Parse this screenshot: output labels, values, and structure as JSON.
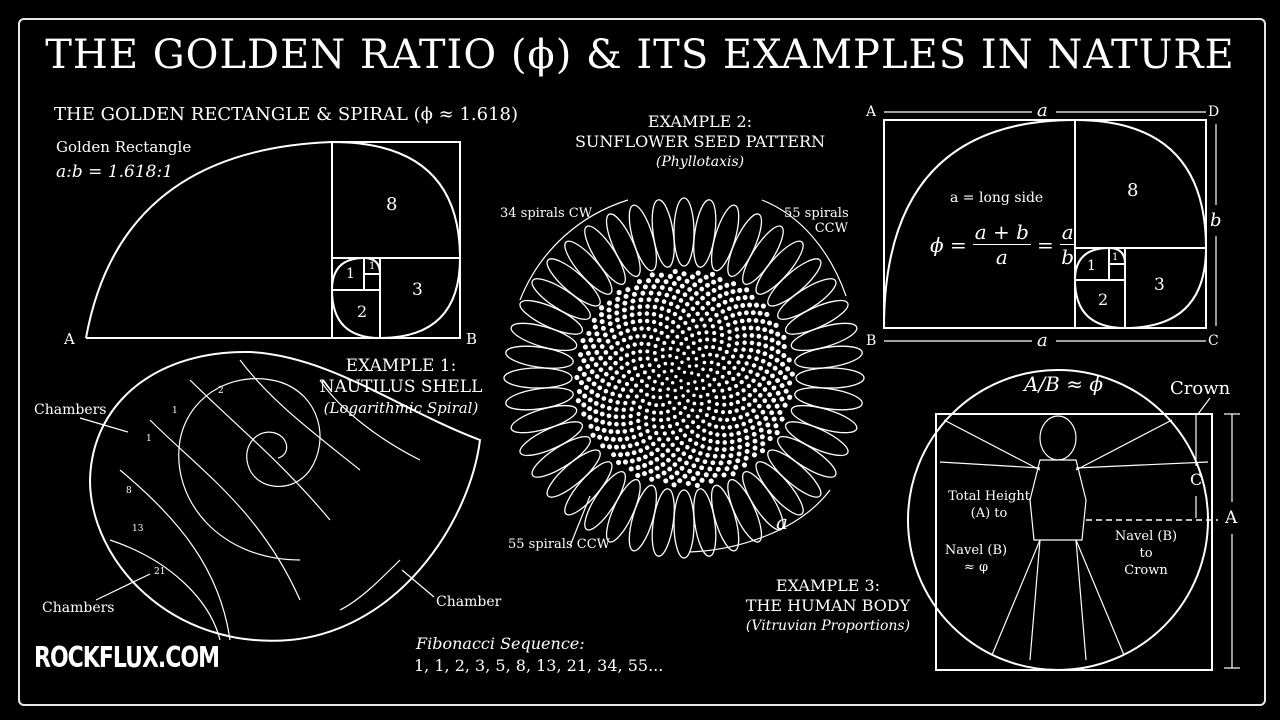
{
  "title": "THE GOLDEN RATIO (ϕ) & ITS EXAMPLES IN NATURE",
  "rectangle_section": {
    "title": "THE GOLDEN RECTANGLE & SPIRAL (ϕ ≈ 1.618)",
    "label": "Golden Rectangle",
    "ratio": "a:b = 1.618:1",
    "squares": [
      "8",
      "3",
      "2",
      "1",
      "1"
    ],
    "corner_a": "A",
    "corner_b": "B"
  },
  "example1": {
    "heading": "EXAMPLE 1:",
    "name": "NAUTILUS SHELL",
    "sub": "(Logarithmic Spiral)",
    "chambers_top": "Chambers",
    "chambers_bottom": "Chambers",
    "chamber": "Chamber",
    "numbers": [
      "2",
      "1",
      "1",
      "8",
      "13",
      "21"
    ]
  },
  "example2": {
    "heading": "EXAMPLE 2:",
    "name": "SUNFLOWER SEED PATTERN",
    "sub": "(Phyllotaxis)",
    "cw": "34 spirals CW",
    "ccw_top_1": "55 spirals",
    "ccw_top_2": "CCW",
    "ccw_bottom": "55 spirals CCW",
    "arc_label": "a"
  },
  "fibonacci": {
    "label": "Fibonacci Sequence:",
    "sequence": "1, 1, 2, 3, 5, 8, 13, 21, 34, 55..."
  },
  "rectangle_right": {
    "corners": [
      "A",
      "D",
      "B",
      "C"
    ],
    "top_a": "a",
    "bottom_a": "a",
    "side_b": "b",
    "long_side": "a = long side",
    "phi": "ϕ =",
    "frac1_num": "a + b",
    "frac1_den": "a",
    "eq": "=",
    "frac2_num": "a",
    "frac2_den": "b",
    "squares": [
      "8",
      "3",
      "2",
      "1",
      "1"
    ]
  },
  "example3": {
    "ratio": "A/B ≈ ϕ",
    "crown": "Crown",
    "total_height_1": "Total Height",
    "total_height_2": "(A) to",
    "navel_1": "Navel (B)",
    "navel_2": "≈ φ",
    "navel_right_1": "Navel (B)",
    "navel_right_2": "to",
    "navel_right_3": "Crown",
    "c_label": "C",
    "a_label": "A",
    "heading": "EXAMPLE 3:",
    "name": "THE HUMAN BODY",
    "sub": "(Vitruvian Proportions)"
  },
  "logo": "ROCKFLUX.COM"
}
